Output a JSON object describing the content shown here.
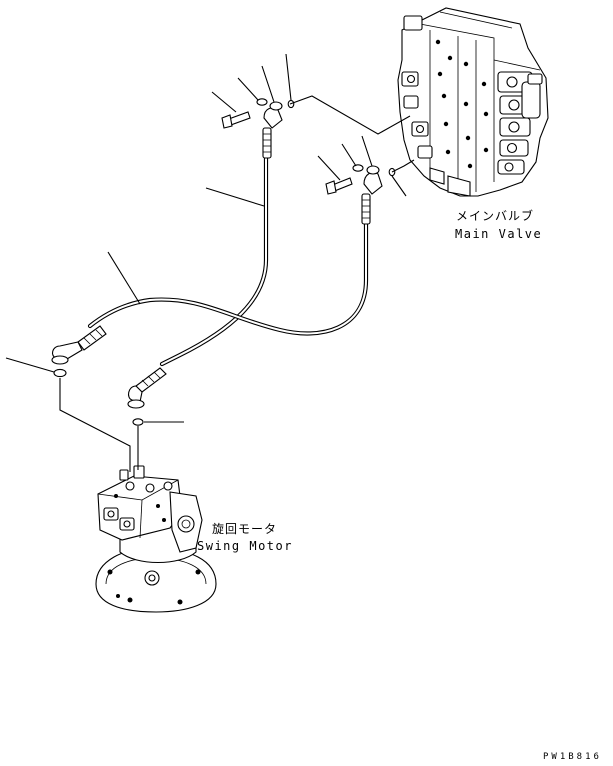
{
  "labels": {
    "main_valve_jp": "メインバルブ",
    "main_valve_en": "Main Valve",
    "swing_motor_jp": "旋回モータ",
    "swing_motor_en": "Swing Motor",
    "drawing_code": "PW1B816"
  }
}
